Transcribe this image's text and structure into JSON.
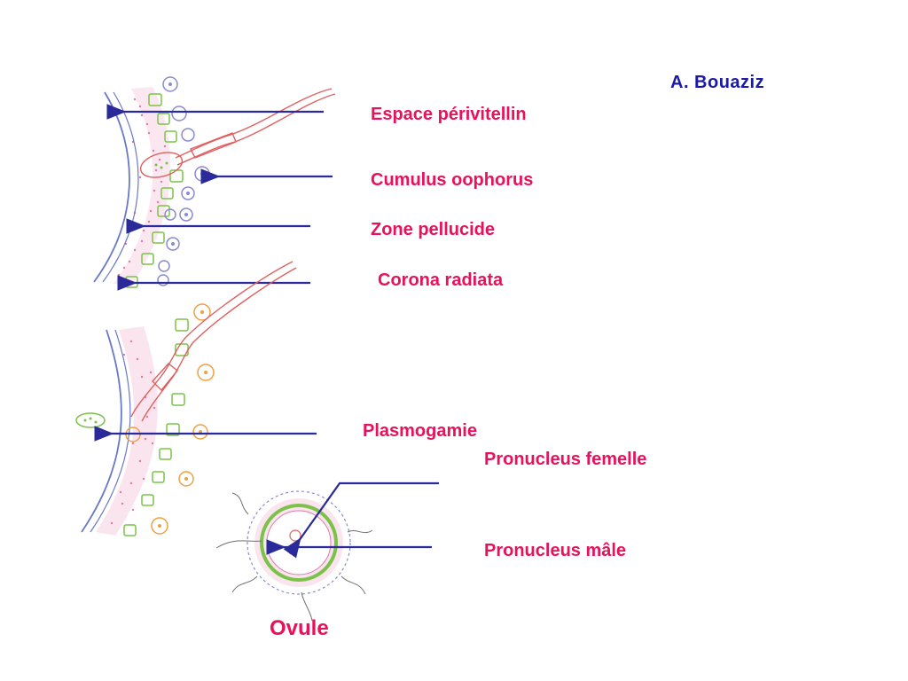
{
  "author": "A. Bouaziz",
  "labels": {
    "espace": "Espace périvitellin",
    "cumulus": "Cumulus oophorus",
    "zone": "Zone pellucide",
    "corona": "Corona radiata",
    "plasmogamie": "Plasmogamie",
    "pn_femelle": "Pronucleus femelle",
    "pn_male": "Pronucleus mâle",
    "ovule": "Ovule"
  },
  "colors": {
    "label_text": "#e8115a",
    "author_text": "#1a1aa8",
    "arrow": "#2a2a9a",
    "zona_lines": "#6a78c8",
    "pink_dots": "#e07aa8",
    "green_cells": "#7cc24a",
    "blue_cells": "#8a8ad0",
    "orange_cells": "#f0a040",
    "sperm": "#e06060"
  }
}
